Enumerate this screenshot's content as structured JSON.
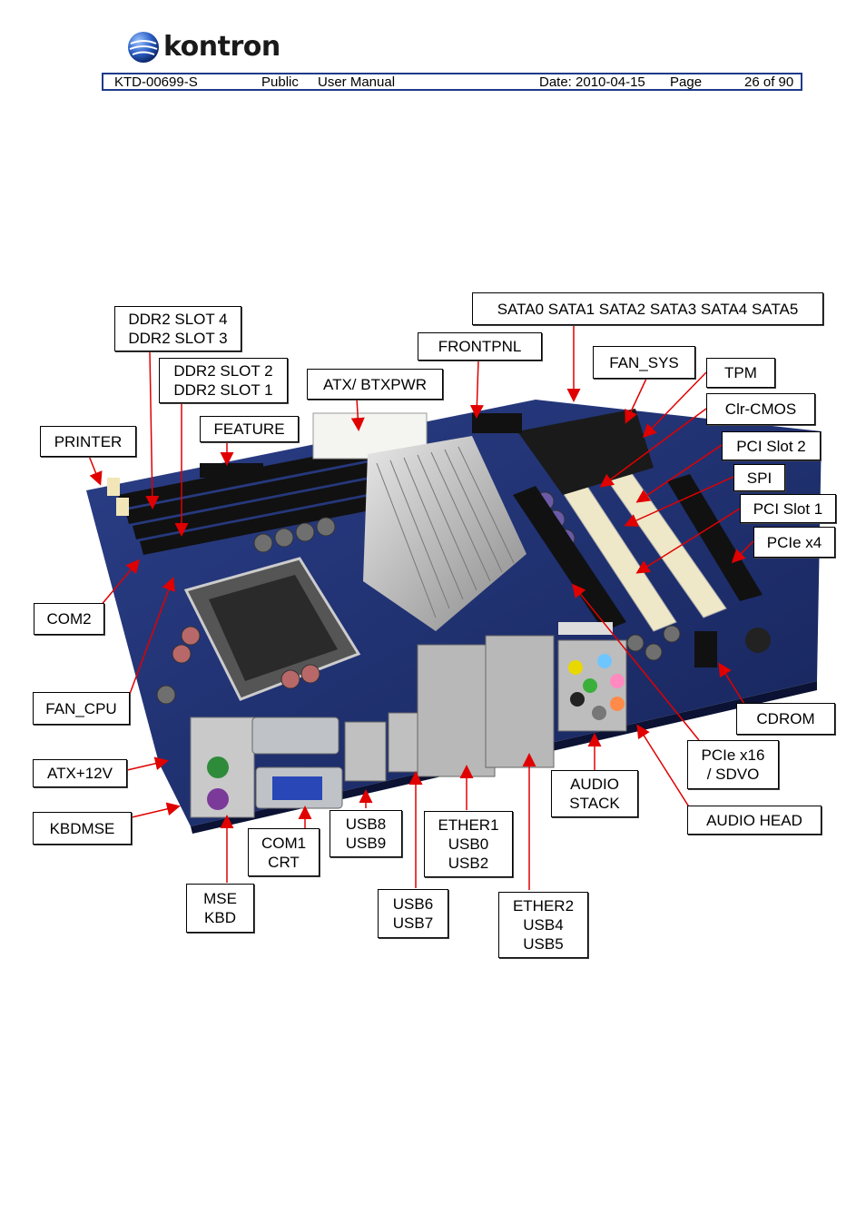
{
  "brand": {
    "name": "kontron"
  },
  "header": {
    "doc_id": "KTD-00699-S",
    "classification": "Public",
    "doc_type": "User Manual",
    "date": "Date: 2010-04-15",
    "page_label": "Page",
    "page_num": "26 of 90"
  },
  "figure": {
    "labels": {
      "ddr2_34": [
        "DDR2 SLOT 4",
        "DDR2 SLOT 3"
      ],
      "ddr2_12": [
        "DDR2 SLOT 2",
        "DDR2 SLOT 1"
      ],
      "sata": "SATA0 SATA1 SATA2 SATA3 SATA4 SATA5",
      "frontpnl": "FRONTPNL",
      "fan_sys": "FAN_SYS",
      "tpm": "TPM",
      "atx_btxpwr": "ATX/ BTXPWR",
      "clr_cmos": "Clr-CMOS",
      "feature": "FEATURE",
      "printer": "PRINTER",
      "pci_slot2": "PCI Slot 2",
      "spi": "SPI",
      "pci_slot1": "PCI Slot 1",
      "pcie_x4": "PCIe x4",
      "com2": "COM2",
      "fan_cpu": "FAN_CPU",
      "cdrom": "CDROM",
      "pcie_x16": [
        "PCIe x16",
        "/ SDVO"
      ],
      "atx12v": "ATX+12V",
      "audio_stack": [
        "AUDIO",
        "STACK"
      ],
      "audio_head": "AUDIO  HEAD",
      "kbdmse": "KBDMSE",
      "usb89": [
        "USB8",
        "USB9"
      ],
      "ether1": [
        "ETHER1",
        "USB0",
        "USB2"
      ],
      "com1_crt": [
        "COM1",
        "CRT"
      ],
      "mse_kbd": [
        "MSE",
        "KBD"
      ],
      "usb67": [
        "USB6",
        "USB7"
      ],
      "ether2": [
        "ETHER2",
        "USB4",
        "USB5"
      ]
    }
  },
  "colors": {
    "header_border": "#1e3a8a",
    "arrow": "#e00000",
    "board": "#1f2f6b"
  }
}
